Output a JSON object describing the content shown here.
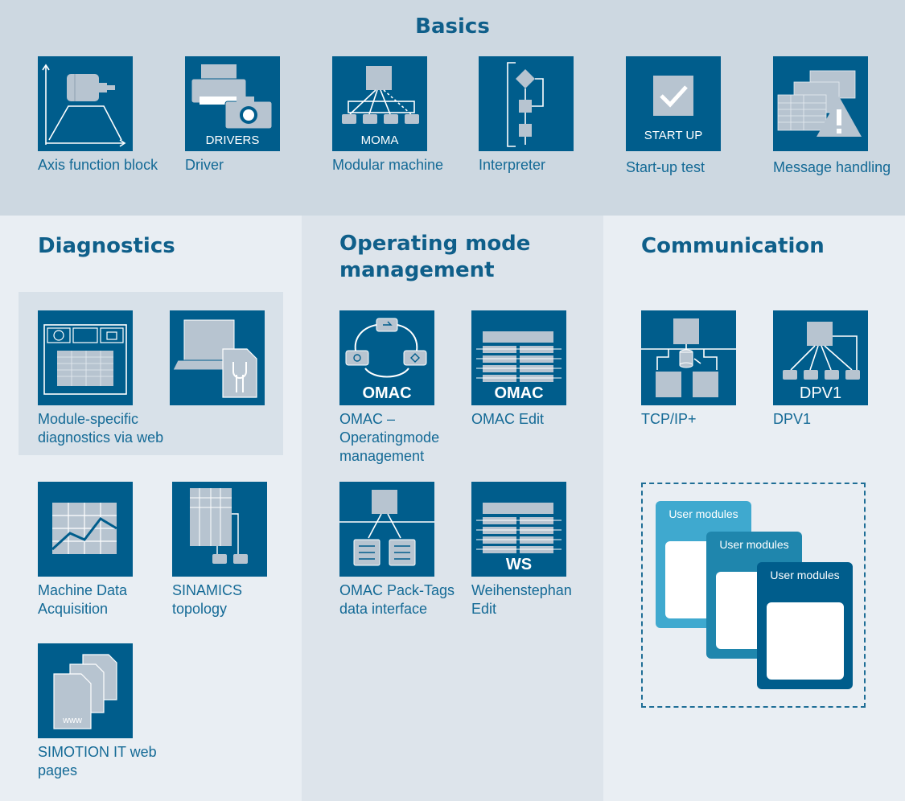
{
  "basics": {
    "title": "Basics",
    "items": [
      {
        "label": "Axis function block",
        "icon": "axis-motor-icon",
        "tag": ""
      },
      {
        "label": "Driver",
        "icon": "printer-camera-icon",
        "tag": "DRIVERS"
      },
      {
        "label": "Modular machine",
        "icon": "module-tree-icon",
        "tag": "MOMA"
      },
      {
        "label": "Interpreter",
        "icon": "flowchart-icon",
        "tag": ""
      },
      {
        "label": "Start-up test",
        "icon": "checkbox-icon",
        "tag": "START UP"
      },
      {
        "label": "Message handling",
        "icon": "warning-table-icon",
        "tag": ""
      }
    ]
  },
  "diagnostics": {
    "title": "Diagnostics",
    "items": [
      {
        "label": "Module-specific diagnostics via web",
        "icon": "diagnostics-window-icon"
      },
      {
        "label": "",
        "icon": "laptop-wrench-icon"
      },
      {
        "label": "Machine Data Acquisition",
        "icon": "line-chart-icon"
      },
      {
        "label": "SINAMICS topology",
        "icon": "drive-topology-icon"
      },
      {
        "label": "SIMOTION IT web pages",
        "icon": "web-pages-icon",
        "tag": "www"
      }
    ]
  },
  "operating": {
    "title": "Operating mode management",
    "items": [
      {
        "label": "OMAC – Operatingmode management",
        "icon": "omac-cycle-icon",
        "tag": "OMAC"
      },
      {
        "label": "OMAC Edit",
        "icon": "omac-table-icon",
        "tag": "OMAC"
      },
      {
        "label": "OMAC Pack-Tags data interface",
        "icon": "packtags-icon",
        "tag": ""
      },
      {
        "label": "Weihenstephan Edit",
        "icon": "ws-table-icon",
        "tag": "WS"
      }
    ]
  },
  "communication": {
    "title": "Communication",
    "items": [
      {
        "label": "TCP/IP+",
        "icon": "tcpip-network-icon"
      },
      {
        "label": "DPV1",
        "icon": "dpv1-tree-icon",
        "tag": "DPV1"
      }
    ],
    "user_modules": [
      "User modules",
      "User modules",
      "User modules"
    ]
  },
  "colors": {
    "tile": "#005d8c",
    "heading": "#0f5f8a",
    "label": "#146a96",
    "basics_band": "#cdd8e1",
    "icon_fill": "#b7c4d0",
    "um_card_1": "#3fa9cf",
    "um_card_2": "#1f86ad",
    "um_card_3": "#005d8c"
  }
}
